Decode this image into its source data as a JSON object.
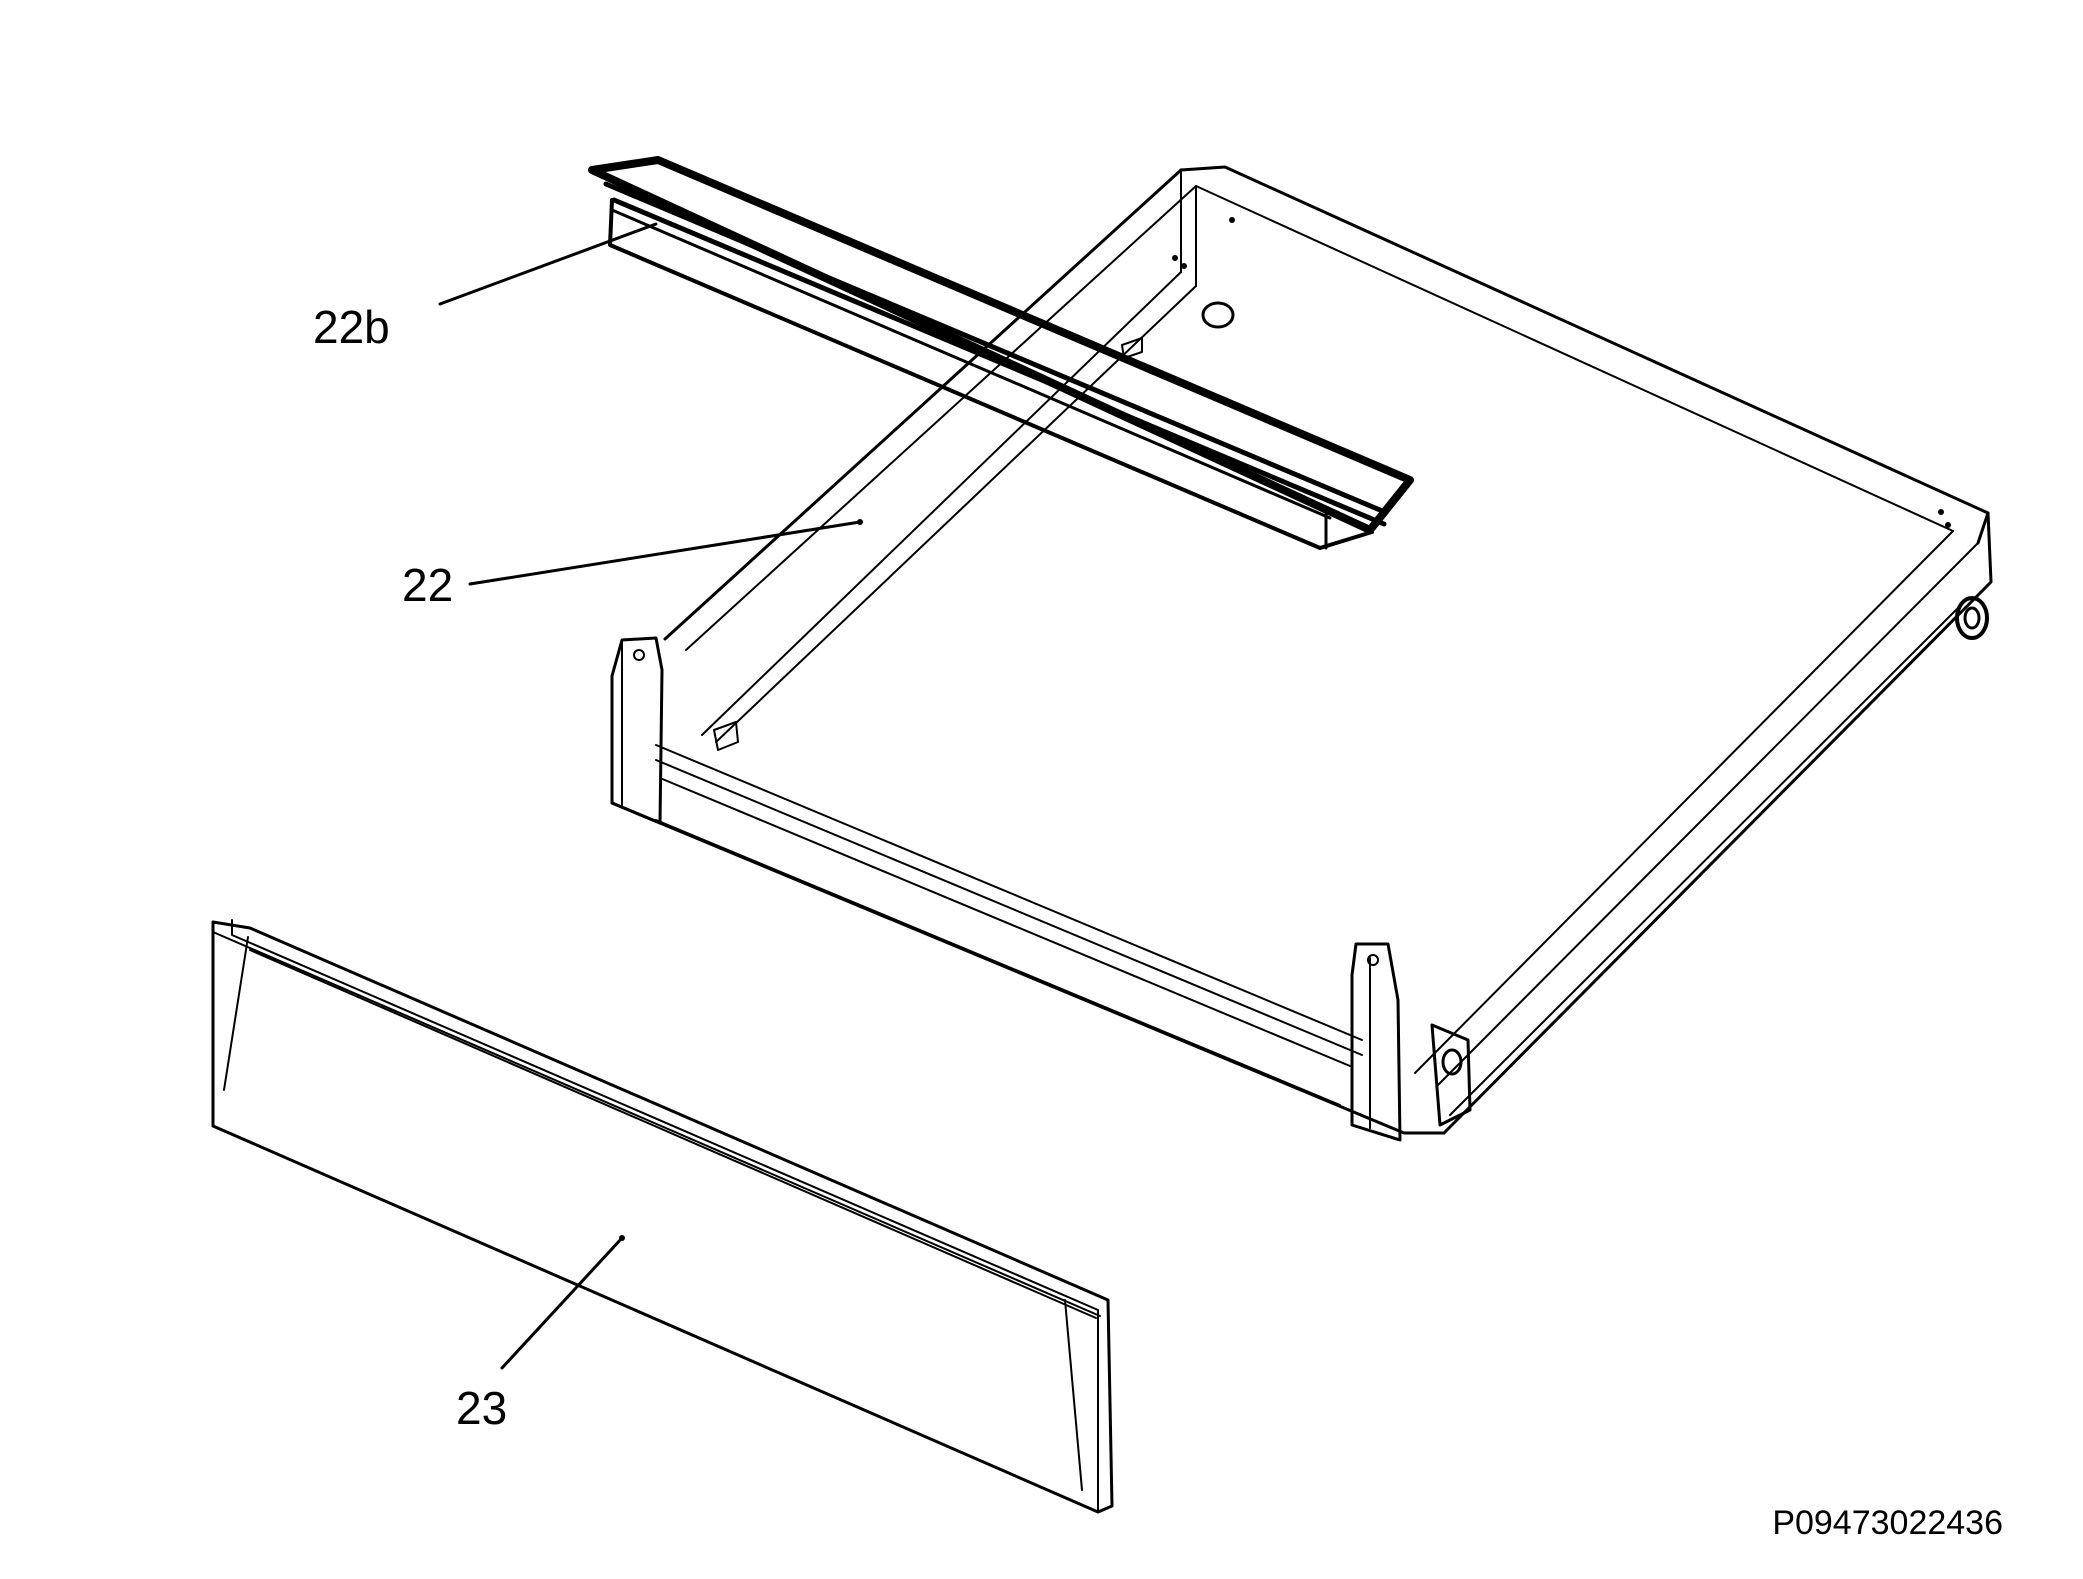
{
  "diagram": {
    "callouts": [
      {
        "id": "22b",
        "text": "22b"
      },
      {
        "id": "22",
        "text": "22"
      },
      {
        "id": "23",
        "text": "23"
      }
    ],
    "drawing_code": "P09473022436",
    "colors": {
      "line": "#000000",
      "background": "#ffffff"
    }
  }
}
